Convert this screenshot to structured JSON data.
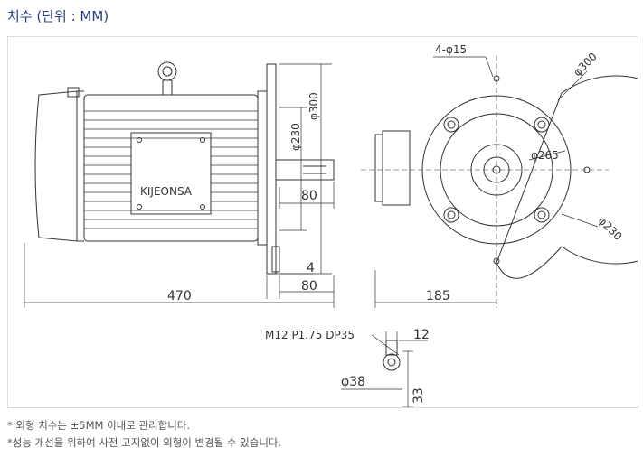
{
  "heading": "치수 (단위 : MM)",
  "drawing": {
    "brand": "KIJEONSA",
    "dims": {
      "d300_side": "φ300",
      "d230_side": "φ230",
      "s80_top": "80",
      "s4": "4",
      "s80_bottom": "80",
      "s470": "470",
      "s185": "185",
      "holes": "4-φ15",
      "d300_front": "φ300",
      "d265": "φ265",
      "d230_front": "φ230",
      "thread": "M12 P1.75 DP35",
      "s12": "12",
      "d38": "φ38",
      "s33": "33"
    }
  },
  "notes": [
    "* 외형 치수는 ±5MM 이내로 관리합니다.",
    "*성능 개선을 위하여 사전 고지없이 외형이 변경될 수 있습니다."
  ]
}
